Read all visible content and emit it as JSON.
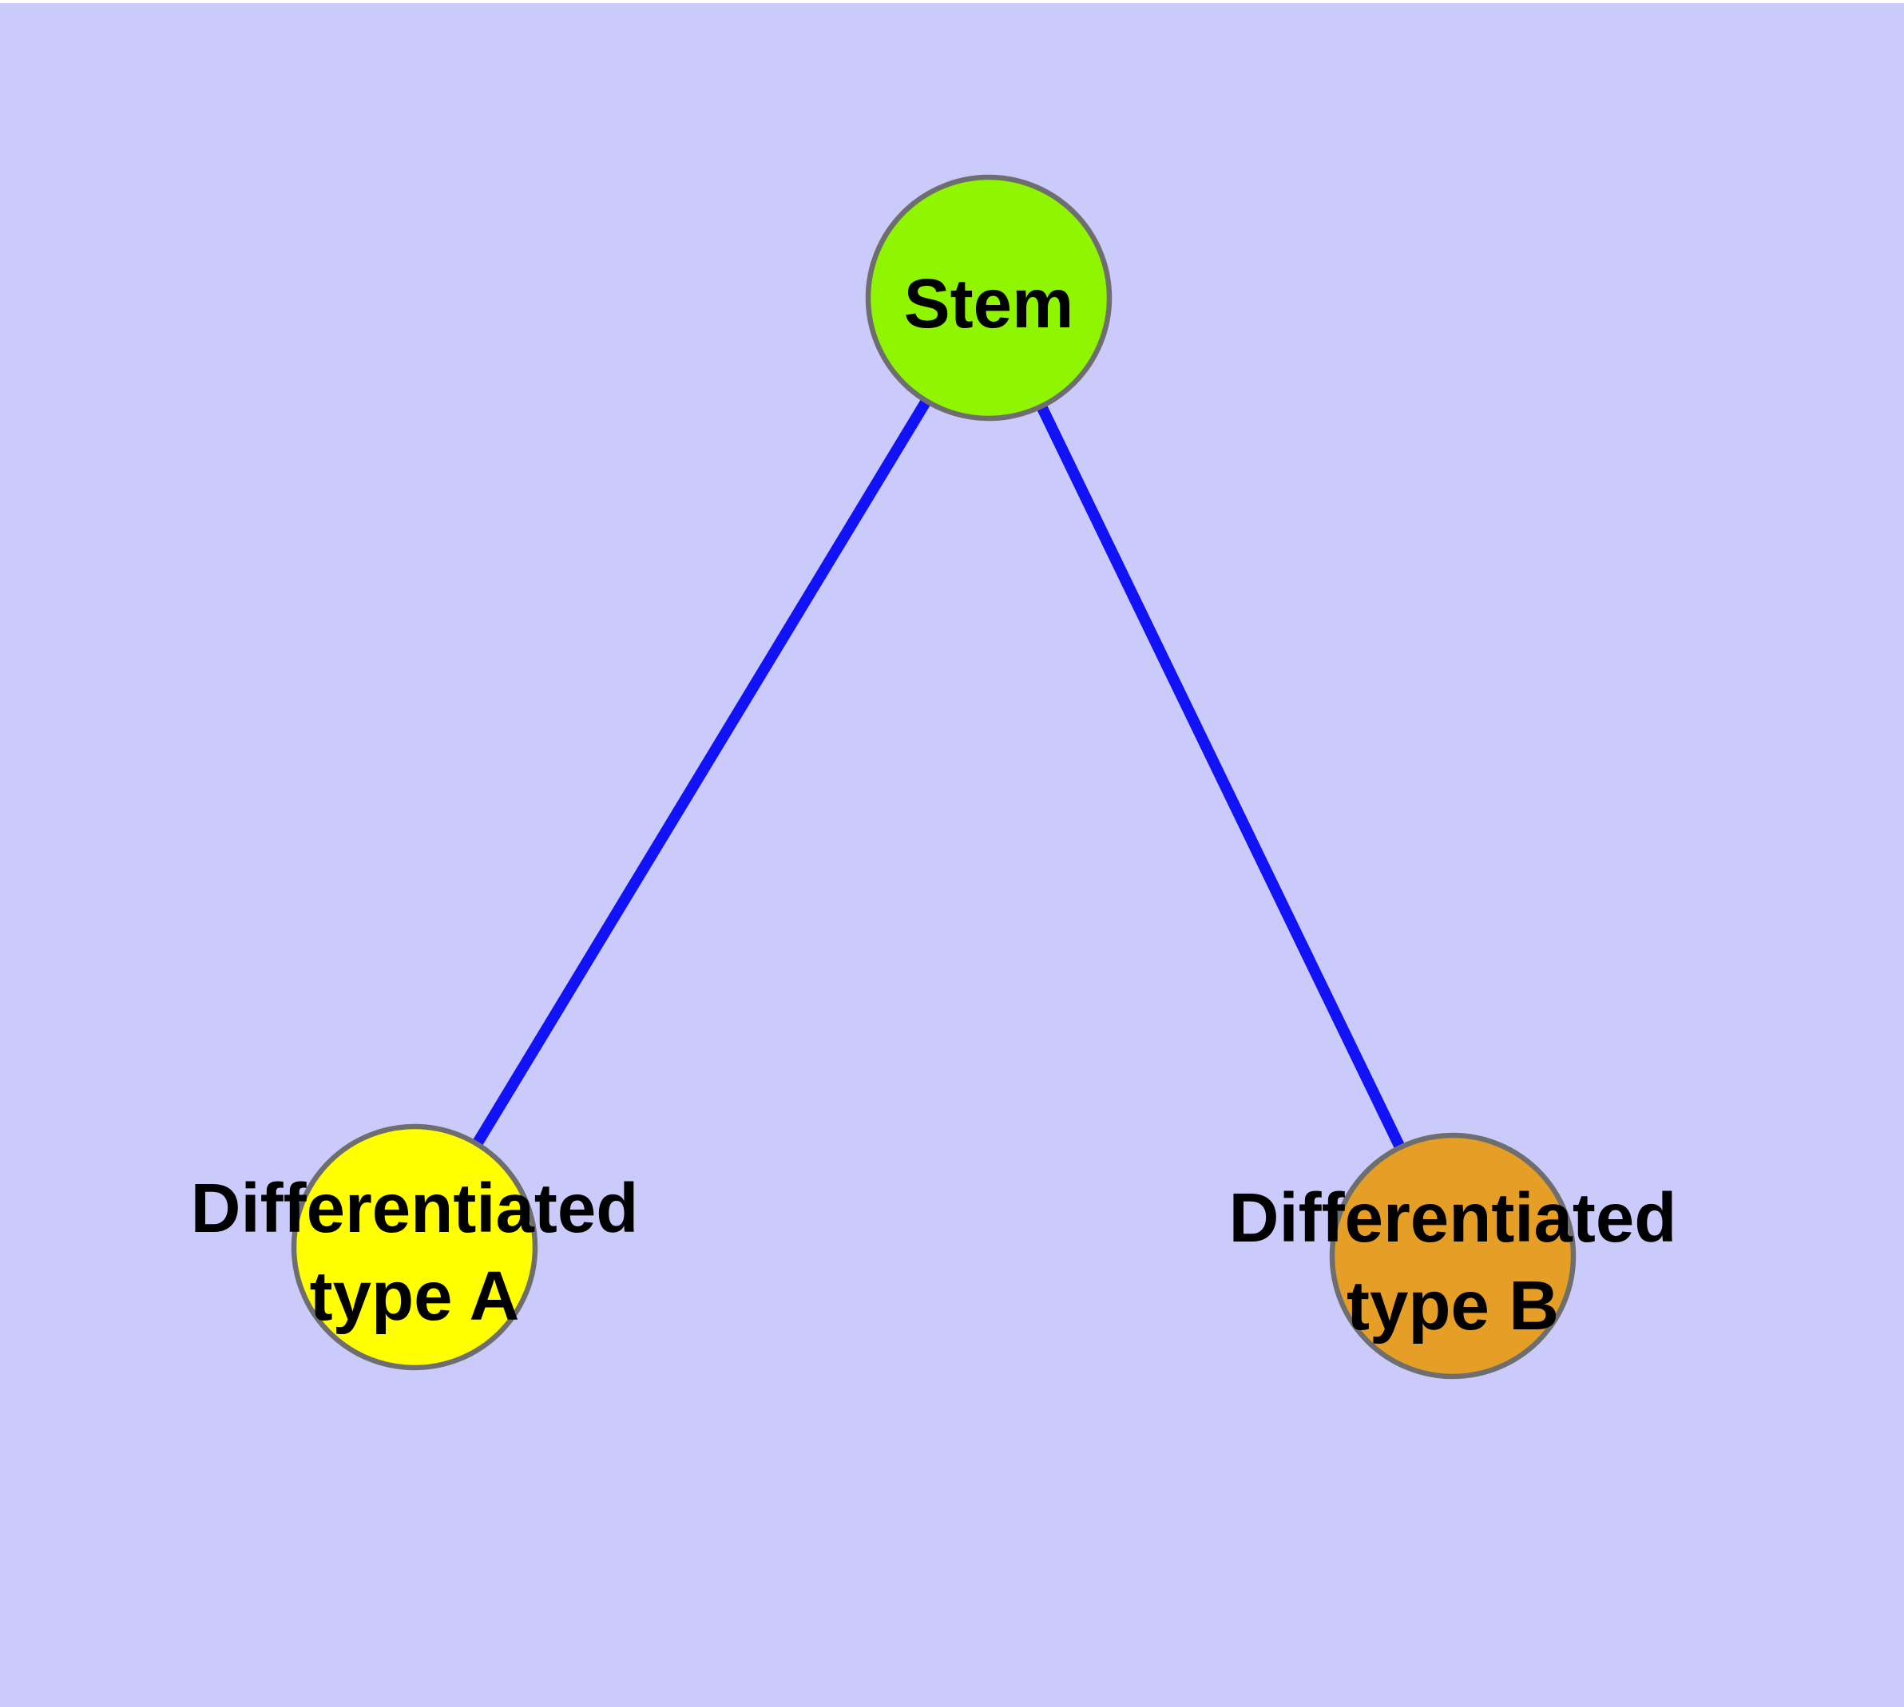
{
  "diagram": {
    "type": "graph",
    "background_color": "#CBCBFB",
    "frame_color": "#FFFFFF",
    "edge_color": "#1212F8",
    "node_border_color": "#6E6E6E",
    "label_color": "#000000",
    "nodes": [
      {
        "id": "stem",
        "label": "Stem",
        "fill": "#8FF500"
      },
      {
        "id": "differentiated-type-a",
        "label_line1": "Differentiated",
        "label_line2": "type A",
        "fill": "#FFFF00"
      },
      {
        "id": "differentiated-type-b",
        "label_line1": "Differentiated",
        "label_line2": "type B",
        "fill": "#E59F26"
      }
    ],
    "edges": [
      {
        "from": "stem",
        "to": "differentiated-type-a"
      },
      {
        "from": "stem",
        "to": "differentiated-type-b"
      }
    ]
  }
}
